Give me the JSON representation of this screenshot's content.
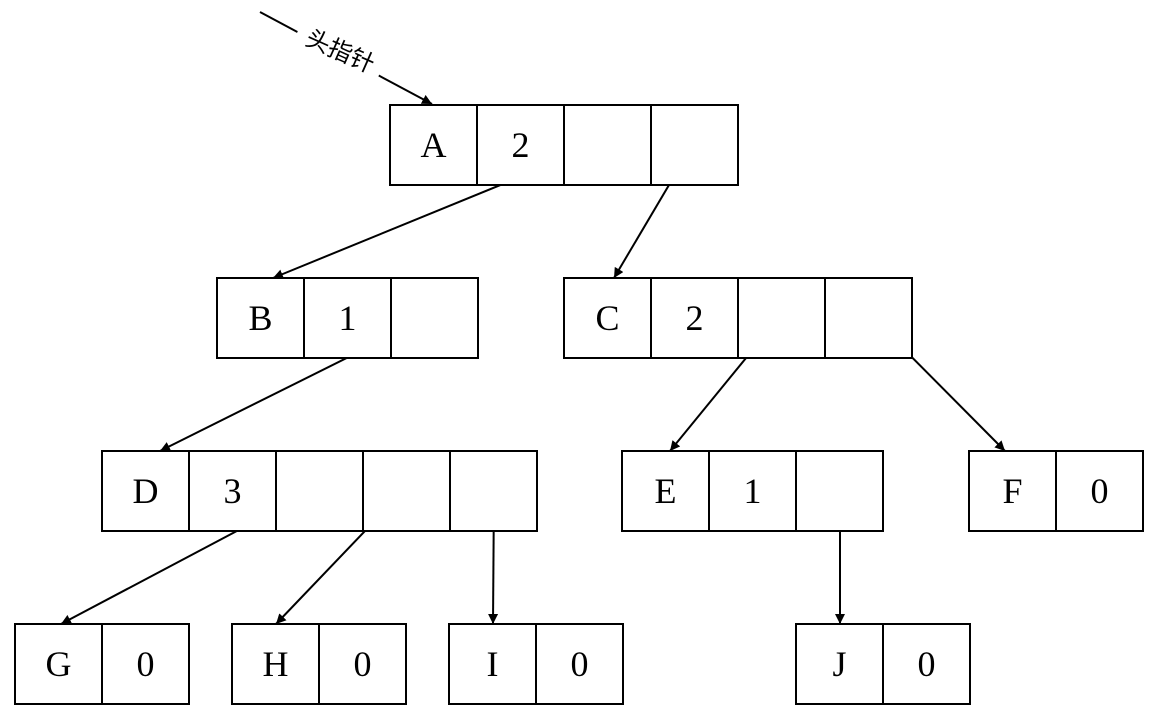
{
  "head_pointer_label": "头指针",
  "nodes": [
    {
      "id": "A",
      "cells": [
        "A",
        "2",
        "",
        ""
      ]
    },
    {
      "id": "B",
      "cells": [
        "B",
        "1",
        ""
      ]
    },
    {
      "id": "C",
      "cells": [
        "C",
        "2",
        "",
        ""
      ]
    },
    {
      "id": "D",
      "cells": [
        "D",
        "3",
        "",
        "",
        ""
      ]
    },
    {
      "id": "E",
      "cells": [
        "E",
        "1",
        ""
      ]
    },
    {
      "id": "F",
      "cells": [
        "F",
        "0"
      ]
    },
    {
      "id": "G",
      "cells": [
        "G",
        "0"
      ]
    },
    {
      "id": "H",
      "cells": [
        "H",
        "0"
      ]
    },
    {
      "id": "I",
      "cells": [
        "I",
        "0"
      ]
    },
    {
      "id": "J",
      "cells": [
        "J",
        "0"
      ]
    }
  ],
  "edges": [
    {
      "from": "A",
      "cell": 2,
      "to": "B"
    },
    {
      "from": "A",
      "cell": 3,
      "to": "C"
    },
    {
      "from": "B",
      "cell": 2,
      "to": "D"
    },
    {
      "from": "C",
      "cell": 2,
      "to": "E"
    },
    {
      "from": "C",
      "cell": 3,
      "to": "F"
    },
    {
      "from": "D",
      "cell": 2,
      "to": "G"
    },
    {
      "from": "D",
      "cell": 3,
      "to": "H"
    },
    {
      "from": "D",
      "cell": 4,
      "to": "I"
    },
    {
      "from": "E",
      "cell": 2,
      "to": "J"
    }
  ]
}
